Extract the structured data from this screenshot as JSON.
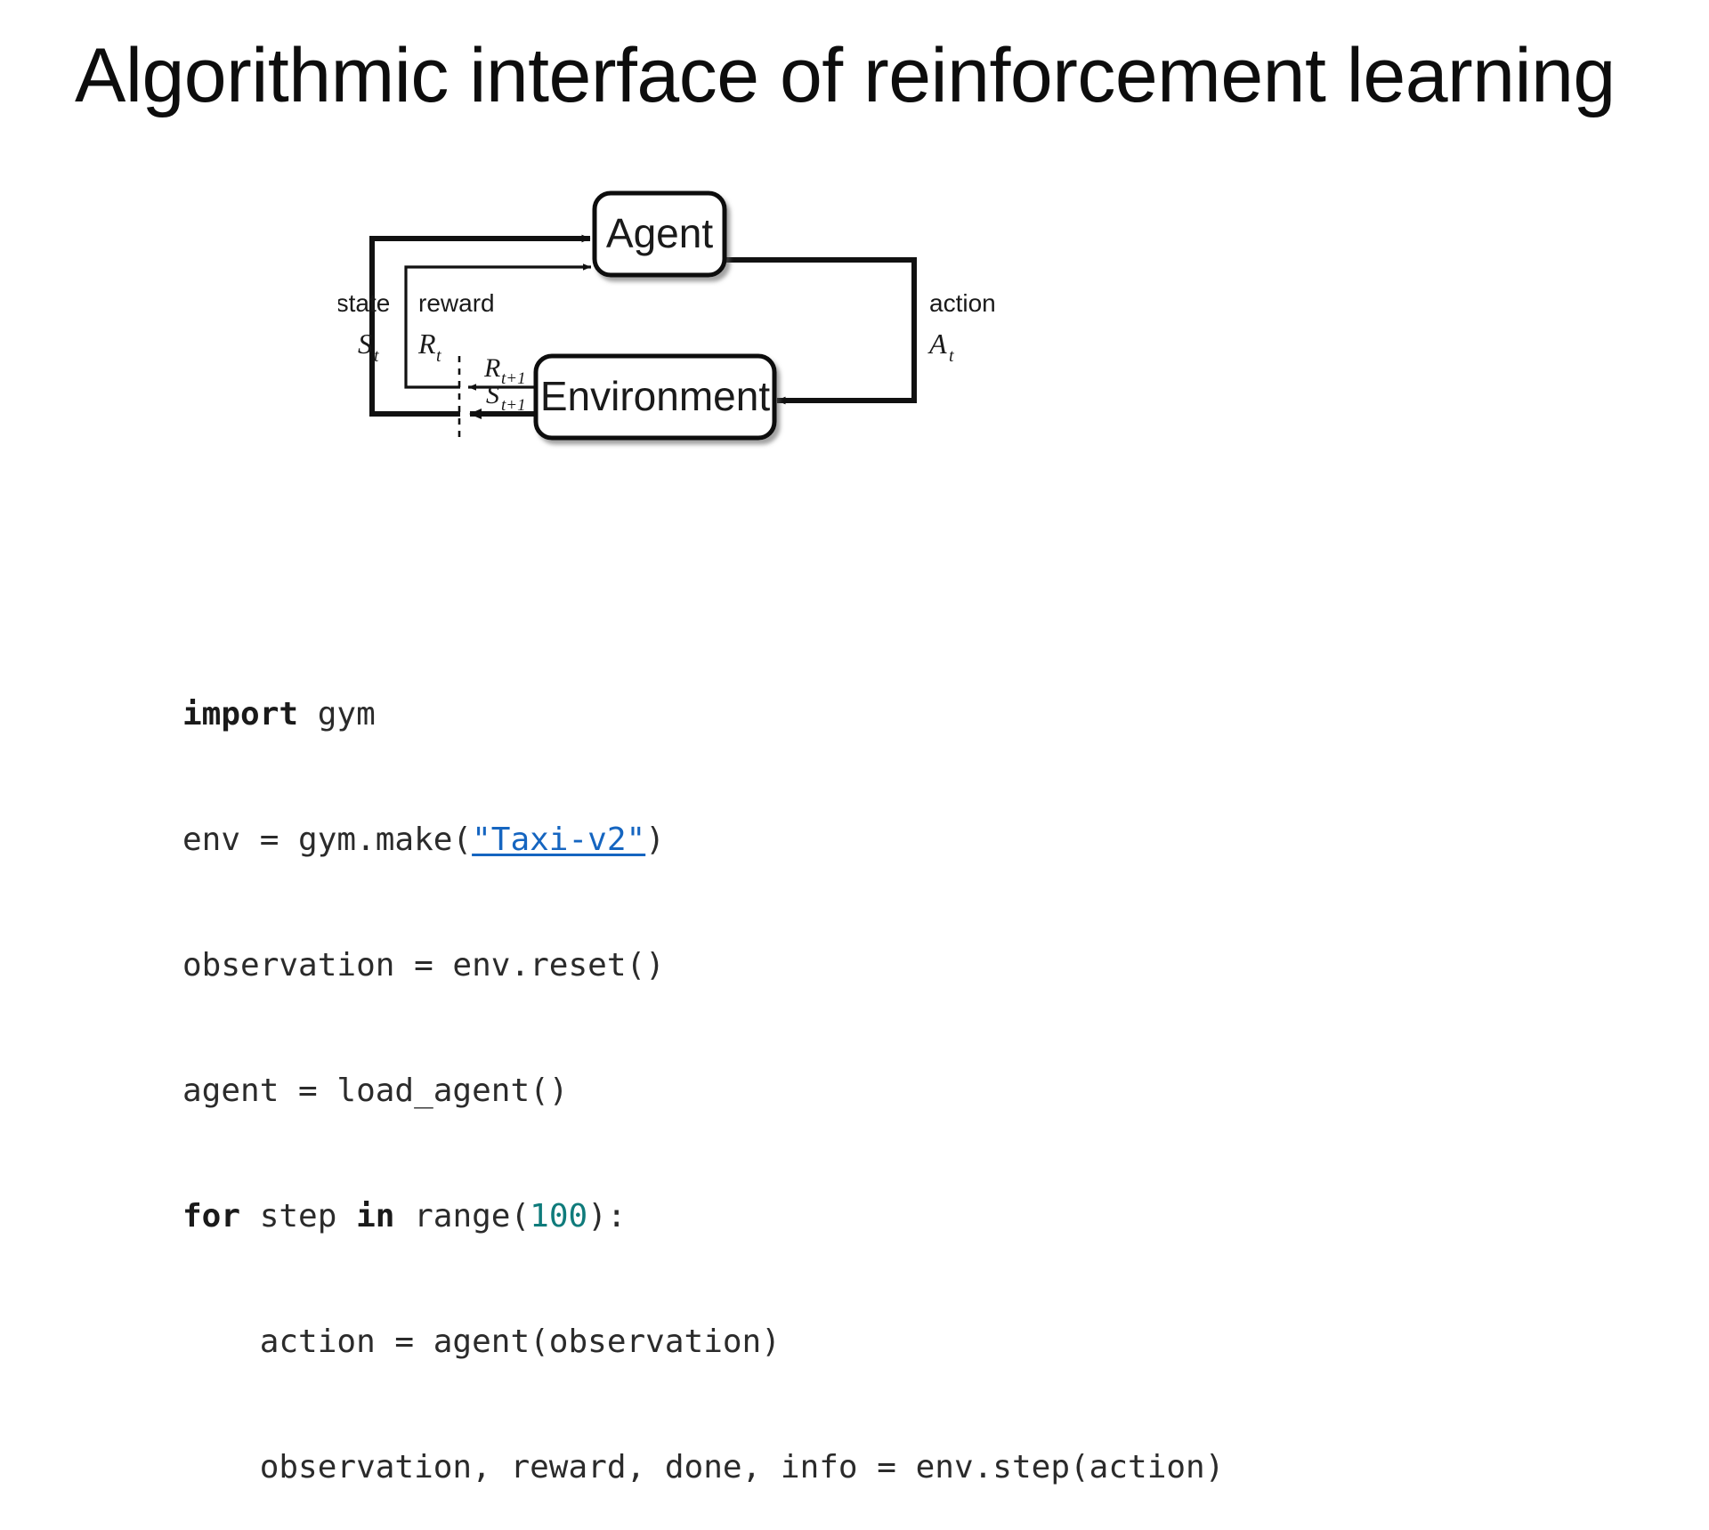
{
  "slide": {
    "title": "Algorithmic interface of reinforcement learning",
    "background_color": "#ffffff",
    "title_color": "#0d0d0d"
  },
  "diagram": {
    "name": "agent-environment-interaction-loop",
    "description": "Sutton and Barto reinforcement learning agent-environment interface diagram",
    "nodes": [
      {
        "id": "agent",
        "label": "Agent"
      },
      {
        "id": "environment",
        "label": "Environment"
      }
    ],
    "edge_labels": {
      "state_word": "state",
      "state_symbol": "S",
      "state_subscript": "t",
      "reward_word": "reward",
      "reward_symbol": "R",
      "reward_subscript": "t",
      "action_word": "action",
      "action_symbol": "A",
      "action_subscript": "t",
      "next_reward_symbol": "R",
      "next_reward_subscript": "t+1",
      "next_state_symbol": "S",
      "next_state_subscript": "t+1"
    },
    "line_color": "#111111",
    "box_fill": "#ffffff"
  },
  "code": {
    "language": "python",
    "link_color": "#1565c0",
    "number_color": "#0f7b7b",
    "text_color": "#2b2b2b",
    "lines": [
      {
        "id": "line-1",
        "text": "import gym",
        "tokens": [
          {
            "t": "import",
            "k": "kw"
          },
          {
            "t": " gym",
            "k": "plain"
          }
        ]
      },
      {
        "id": "line-2",
        "text": "env = gym.make(\"Taxi-v2\")",
        "tokens": [
          {
            "t": "env = gym.make(",
            "k": "plain"
          },
          {
            "t": "\"Taxi-v2\"",
            "k": "link"
          },
          {
            "t": ")",
            "k": "plain"
          }
        ]
      },
      {
        "id": "line-3",
        "text": "observation = env.reset()",
        "tokens": [
          {
            "t": "observation = env.reset()",
            "k": "plain"
          }
        ]
      },
      {
        "id": "line-4",
        "text": "agent = load_agent()",
        "tokens": [
          {
            "t": "agent = load_agent()",
            "k": "plain"
          }
        ]
      },
      {
        "id": "line-5",
        "text": "for step in range(100):",
        "tokens": [
          {
            "t": "for",
            "k": "kw"
          },
          {
            "t": " step ",
            "k": "plain"
          },
          {
            "t": "in",
            "k": "kw"
          },
          {
            "t": " range(",
            "k": "plain"
          },
          {
            "t": "100",
            "k": "num"
          },
          {
            "t": "):",
            "k": "plain"
          }
        ]
      },
      {
        "id": "line-6",
        "text": "    action = agent(observation)",
        "tokens": [
          {
            "t": "    action = agent(observation)",
            "k": "plain"
          }
        ]
      },
      {
        "id": "line-7",
        "text": "    observation, reward, done, info = env.step(action)",
        "tokens": [
          {
            "t": "    observation, reward, done, info = env.step(action)",
            "k": "plain"
          }
        ]
      }
    ]
  }
}
